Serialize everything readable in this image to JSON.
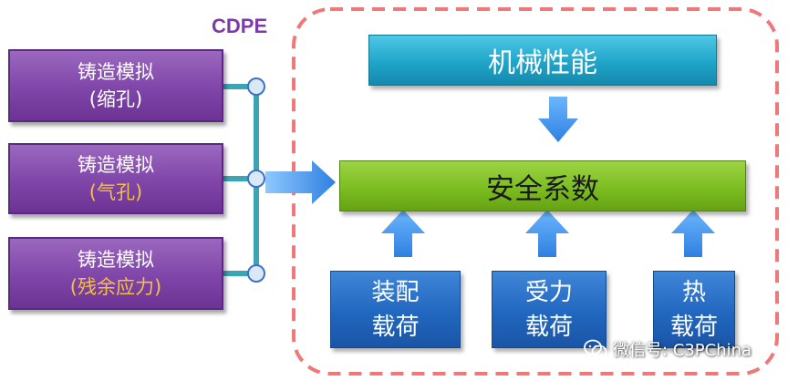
{
  "cdpe_label": "CDPE",
  "left_boxes": [
    {
      "line1": "铸造模拟",
      "line2": "(缩孔)",
      "line2_color": "white"
    },
    {
      "line1": "铸造模拟",
      "line2": "(气孔)",
      "line2_color": "orange"
    },
    {
      "line1": "铸造模拟",
      "line2": "(残余应力)",
      "line2_color": "orange"
    }
  ],
  "mechanical_box": "机械性能",
  "safety_box": "安全系数",
  "load_boxes": [
    {
      "line1": "装配",
      "line2": "载荷"
    },
    {
      "line1": "受力",
      "line2": "载荷"
    },
    {
      "line1": "热",
      "line2": "载荷"
    }
  ],
  "watermark": "微信号: C3PChina",
  "colors": {
    "purple": "#7f45a8",
    "teal": "#1fa5c9",
    "green": "#7cbd21",
    "blue": "#2167bf",
    "arrow_blue": "#4a9cf0",
    "connector": "#3aa6b4",
    "dashed_border": "#f07878",
    "orange_text": "#f4c045"
  }
}
